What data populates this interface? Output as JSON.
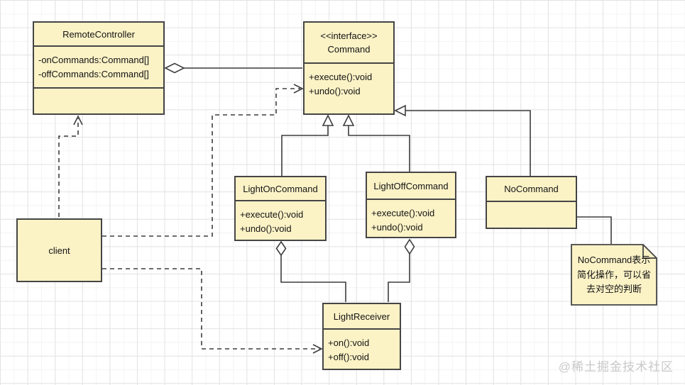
{
  "diagram": {
    "watermark": "@稀土掘金技术社区",
    "colors": {
      "node_fill": "#fbf2c6",
      "node_border": "#454545",
      "line": "#3d3d3d",
      "grid_major": "#e3e3e7",
      "grid_minor": "#f4f4f6",
      "watermark_text": "#c9c9c9"
    },
    "classes": {
      "remote_controller": {
        "title": "RemoteController",
        "attributes": [
          "-onCommands:Command[]",
          "-offCommands:Command[]"
        ]
      },
      "command": {
        "stereotype": "<<interface>>",
        "title": "Command",
        "methods": [
          "+execute():void",
          "+undo():void"
        ]
      },
      "light_on_command": {
        "title": "LightOnCommand",
        "methods": [
          "+execute():void",
          "+undo():void"
        ]
      },
      "light_off_command": {
        "title": "LightOffCommand",
        "methods": [
          "+execute():void",
          "+undo():void"
        ]
      },
      "no_command": {
        "title": "NoCommand"
      },
      "client": {
        "title": "client"
      },
      "light_receiver": {
        "title": "LightReceiver",
        "methods": [
          "+on():void",
          "+off():void"
        ]
      }
    },
    "note": {
      "text": "NoCommand表示简化操作，可以省去对空的判断",
      "lines": [
        "NoCommand表示",
        "简化操作，可以省",
        "去对空的判断"
      ]
    },
    "relationships": [
      {
        "from": "RemoteController",
        "to": "Command",
        "type": "aggregation"
      },
      {
        "from": "client",
        "to": "RemoteController",
        "type": "dependency"
      },
      {
        "from": "client",
        "to": "Command",
        "type": "dependency"
      },
      {
        "from": "client",
        "to": "LightReceiver",
        "type": "dependency"
      },
      {
        "from": "LightOnCommand",
        "to": "Command",
        "type": "generalization"
      },
      {
        "from": "LightOffCommand",
        "to": "Command",
        "type": "generalization"
      },
      {
        "from": "NoCommand",
        "to": "Command",
        "type": "generalization"
      },
      {
        "from": "LightOnCommand",
        "to": "LightReceiver",
        "type": "aggregation"
      },
      {
        "from": "LightOffCommand",
        "to": "LightReceiver",
        "type": "aggregation"
      },
      {
        "from": "NoCommand",
        "to": "note",
        "type": "note-anchor"
      }
    ]
  }
}
